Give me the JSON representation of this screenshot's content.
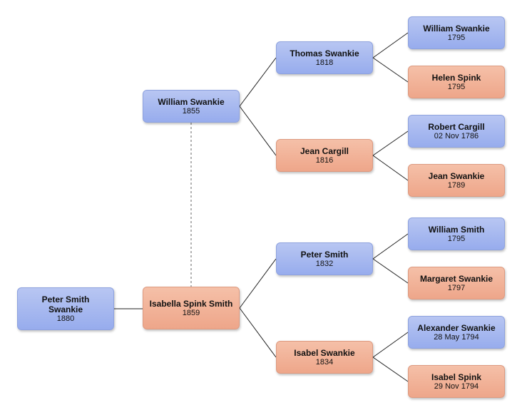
{
  "colors": {
    "male": "#9fb3ef",
    "female": "#f0ae93",
    "line": "#222222",
    "dashed": "#666666"
  },
  "people": {
    "root": {
      "name": "Peter Smith Swankie",
      "date": "1880",
      "gender": "male"
    },
    "father": {
      "name": "William Swankie",
      "date": "1855",
      "gender": "male"
    },
    "mother": {
      "name": "Isabella Spink Smith",
      "date": "1859",
      "gender": "female"
    },
    "pat_grandfather": {
      "name": "Thomas Swankie",
      "date": "1818",
      "gender": "male"
    },
    "pat_grandmother": {
      "name": "Jean Cargill",
      "date": "1816",
      "gender": "female"
    },
    "mat_grandfather": {
      "name": "Peter Smith",
      "date": "1832",
      "gender": "male"
    },
    "mat_grandmother": {
      "name": "Isabel Swankie",
      "date": "1834",
      "gender": "female"
    },
    "ggf1": {
      "name": "William Swankie",
      "date": "1795",
      "gender": "male"
    },
    "ggm1": {
      "name": "Helen Spink",
      "date": "1795",
      "gender": "female"
    },
    "ggf2": {
      "name": "Robert Cargill",
      "date": "02 Nov 1786",
      "gender": "male"
    },
    "ggm2": {
      "name": "Jean Swankie",
      "date": "1789",
      "gender": "female"
    },
    "ggf3": {
      "name": "William Smith",
      "date": "1795",
      "gender": "male"
    },
    "ggm3": {
      "name": "Margaret Swankie",
      "date": "1797",
      "gender": "female"
    },
    "ggf4": {
      "name": "Alexander Swankie",
      "date": "28 May 1794",
      "gender": "male"
    },
    "ggm4": {
      "name": "Isabel Spink",
      "date": "29 Nov 1794",
      "gender": "female"
    }
  }
}
